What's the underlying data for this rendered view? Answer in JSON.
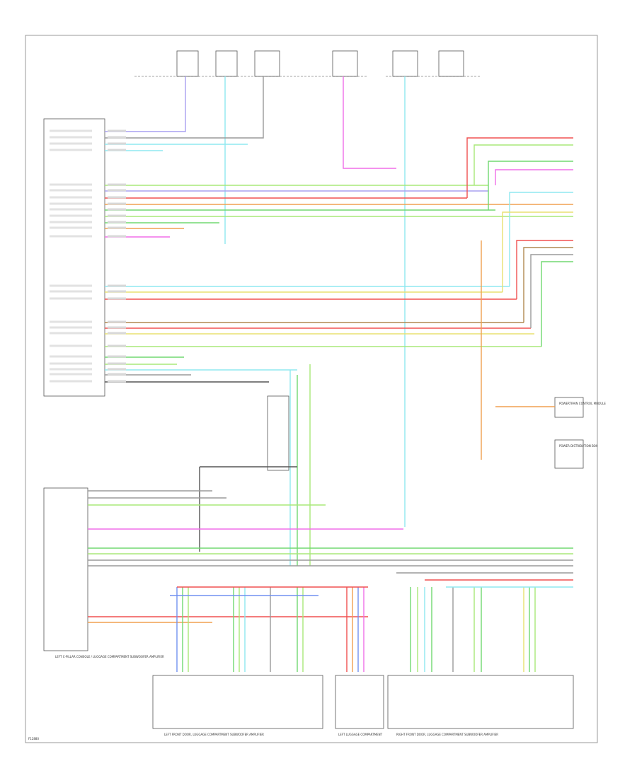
{
  "diagram_id": "F12880",
  "labels": {
    "left_bottom_module": "LEFT C-PILLAR CONSOLE / LUGGAGE COMPARTMENT SUBWOOFER AMPLIFIER",
    "bottom_left_box": "LEFT FRONT DOOR, LUGGAGE COMPARTMENT SUBWOOFER AMPLIFIER",
    "bottom_mid_box": "LEFT LUGGAGE COMPARTMENT",
    "bottom_right_box": "RIGHT FRONT DOOR, LUGGAGE COMPARTMENT SUBWOOFER AMPLIFIER",
    "right_module": "POWERTRAIN CONTROL MODULE",
    "right_module2": "POWER DISTRIBUTION BOX"
  },
  "colors": {
    "violet": "#a9a0f0",
    "cyan": "#8fe8f0",
    "pink": "#f06ee8",
    "red": "#f05050",
    "orange": "#f0a050",
    "green": "#70d870",
    "lightgreen": "#a8e878",
    "yellow": "#e8e070",
    "blue": "#7090f0",
    "gray": "#9a9a9a",
    "dark": "#555555",
    "brown": "#b08850"
  }
}
